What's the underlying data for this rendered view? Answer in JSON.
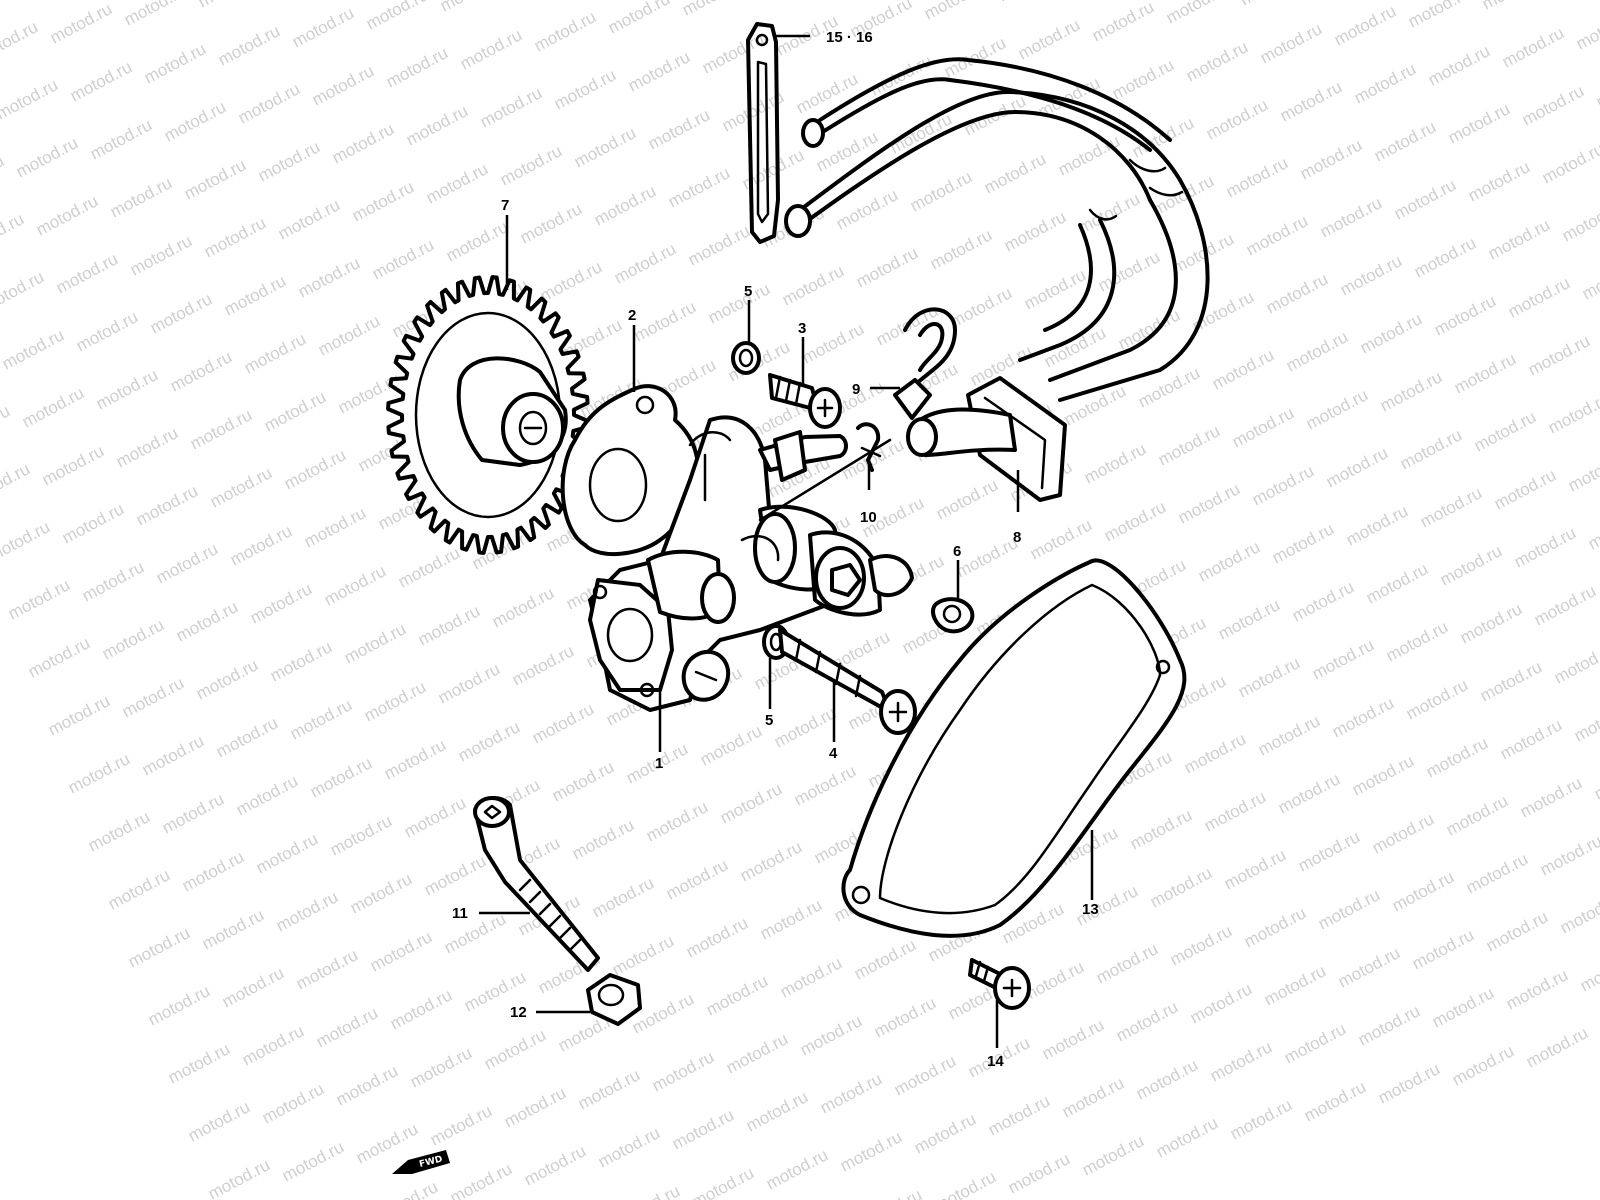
{
  "watermark": "motod.ru",
  "labels": {
    "p1": "1",
    "p2": "2",
    "p3": "3",
    "p4": "4",
    "p5a": "5",
    "p5b": "5",
    "p6": "6",
    "p7": "7",
    "p8": "8",
    "p9": "9",
    "p10": "10",
    "p11": "11",
    "p12": "12",
    "p13": "13",
    "p14": "14",
    "p15_16": "15 · 16"
  },
  "direction_marker": "FWD"
}
